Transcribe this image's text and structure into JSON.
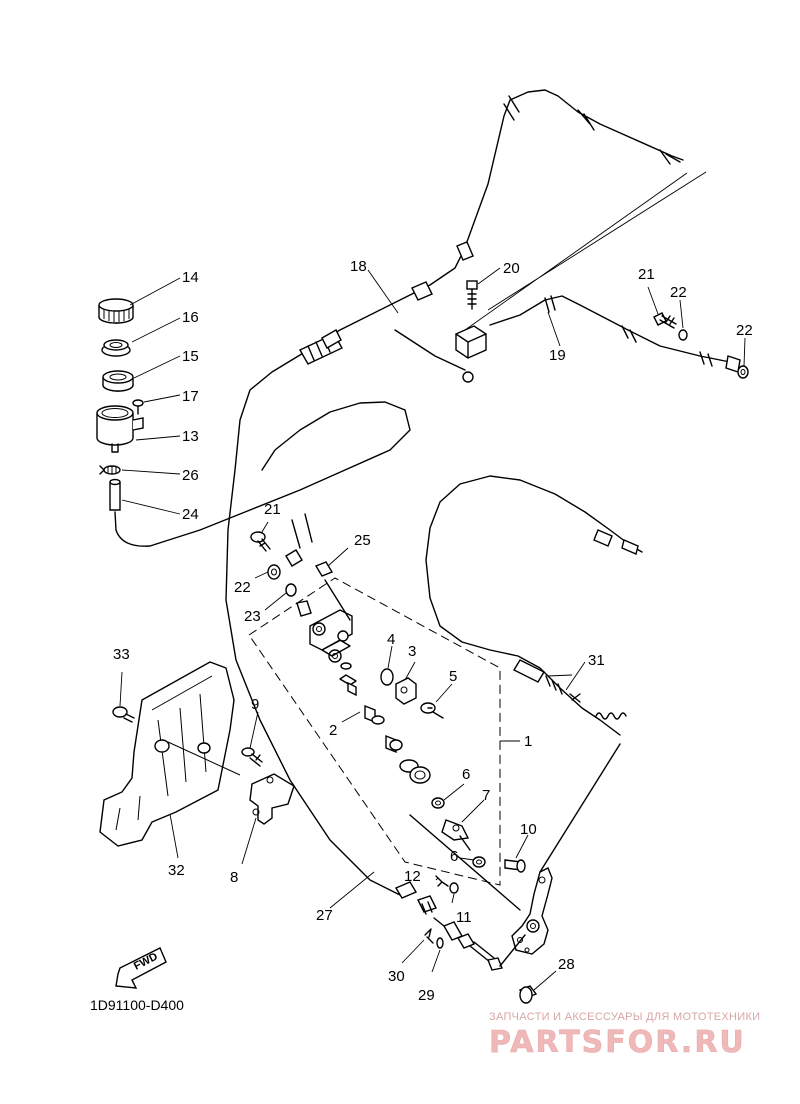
{
  "callouts": [
    {
      "id": "1",
      "label": "1"
    },
    {
      "id": "2",
      "label": "2"
    },
    {
      "id": "3",
      "label": "3"
    },
    {
      "id": "4",
      "label": "4"
    },
    {
      "id": "5",
      "label": "5"
    },
    {
      "id": "6a",
      "label": "6"
    },
    {
      "id": "6b",
      "label": "6"
    },
    {
      "id": "7",
      "label": "7"
    },
    {
      "id": "8",
      "label": "8"
    },
    {
      "id": "9",
      "label": "9"
    },
    {
      "id": "10",
      "label": "10"
    },
    {
      "id": "11",
      "label": "11"
    },
    {
      "id": "12",
      "label": "12"
    },
    {
      "id": "13",
      "label": "13"
    },
    {
      "id": "14",
      "label": "14"
    },
    {
      "id": "15",
      "label": "15"
    },
    {
      "id": "16",
      "label": "16"
    },
    {
      "id": "17",
      "label": "17"
    },
    {
      "id": "18",
      "label": "18"
    },
    {
      "id": "19",
      "label": "19"
    },
    {
      "id": "20",
      "label": "20"
    },
    {
      "id": "21a",
      "label": "21"
    },
    {
      "id": "21b",
      "label": "21"
    },
    {
      "id": "22a",
      "label": "22"
    },
    {
      "id": "22b",
      "label": "22"
    },
    {
      "id": "22c",
      "label": "22"
    },
    {
      "id": "23",
      "label": "23"
    },
    {
      "id": "24",
      "label": "24"
    },
    {
      "id": "25",
      "label": "25"
    },
    {
      "id": "26",
      "label": "26"
    },
    {
      "id": "27",
      "label": "27"
    },
    {
      "id": "28",
      "label": "28"
    },
    {
      "id": "29",
      "label": "29"
    },
    {
      "id": "30",
      "label": "30"
    },
    {
      "id": "31",
      "label": "31"
    },
    {
      "id": "32",
      "label": "32"
    },
    {
      "id": "33",
      "label": "33"
    }
  ],
  "diagram_code": "1D91100-D400",
  "fwd_label": "FWD",
  "watermark": {
    "tagline": "ЗАПЧАСТИ И АКСЕССУАРЫ ДЛЯ МОТОТЕХНИКИ",
    "brand": "PARTSFOR.RU"
  }
}
